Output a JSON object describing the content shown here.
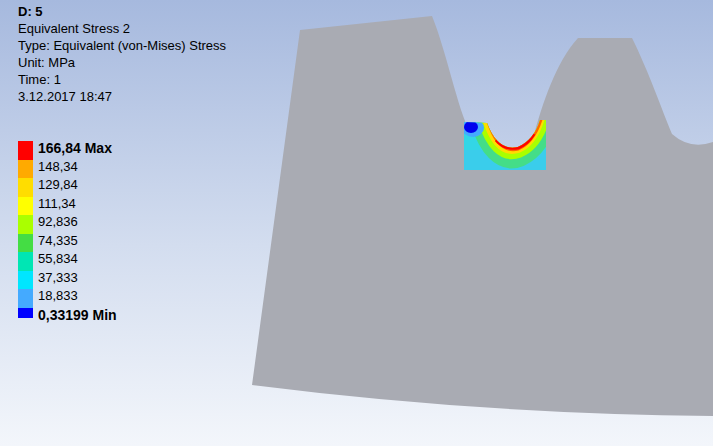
{
  "diagram": {
    "labels": [
      "D: 5",
      "Equivalent Stress 2",
      "Type: Equivalent (von-Mises) Stress",
      "Unit: MPa",
      "Time: 1",
      "3.12.2017 18:47"
    ],
    "legend": [
      {
        "text": "166,84 Max",
        "color": "#ff0000"
      },
      {
        "text": "148,34",
        "color": "#ffaa00"
      },
      {
        "text": "129,84",
        "color": "#ffdd00"
      },
      {
        "text": "111,34",
        "color": "#ffff00"
      },
      {
        "text": "92,836",
        "color": "#aaff00"
      },
      {
        "text": "74,335",
        "color": "#44dd44"
      },
      {
        "text": "55,834",
        "color": "#00e6b4"
      },
      {
        "text": "37,333",
        "color": "#00e6ff"
      },
      {
        "text": "18,833",
        "color": "#44aaff"
      },
      {
        "text": "0,33199 Min",
        "color": "#0000ff"
      }
    ]
  }
}
